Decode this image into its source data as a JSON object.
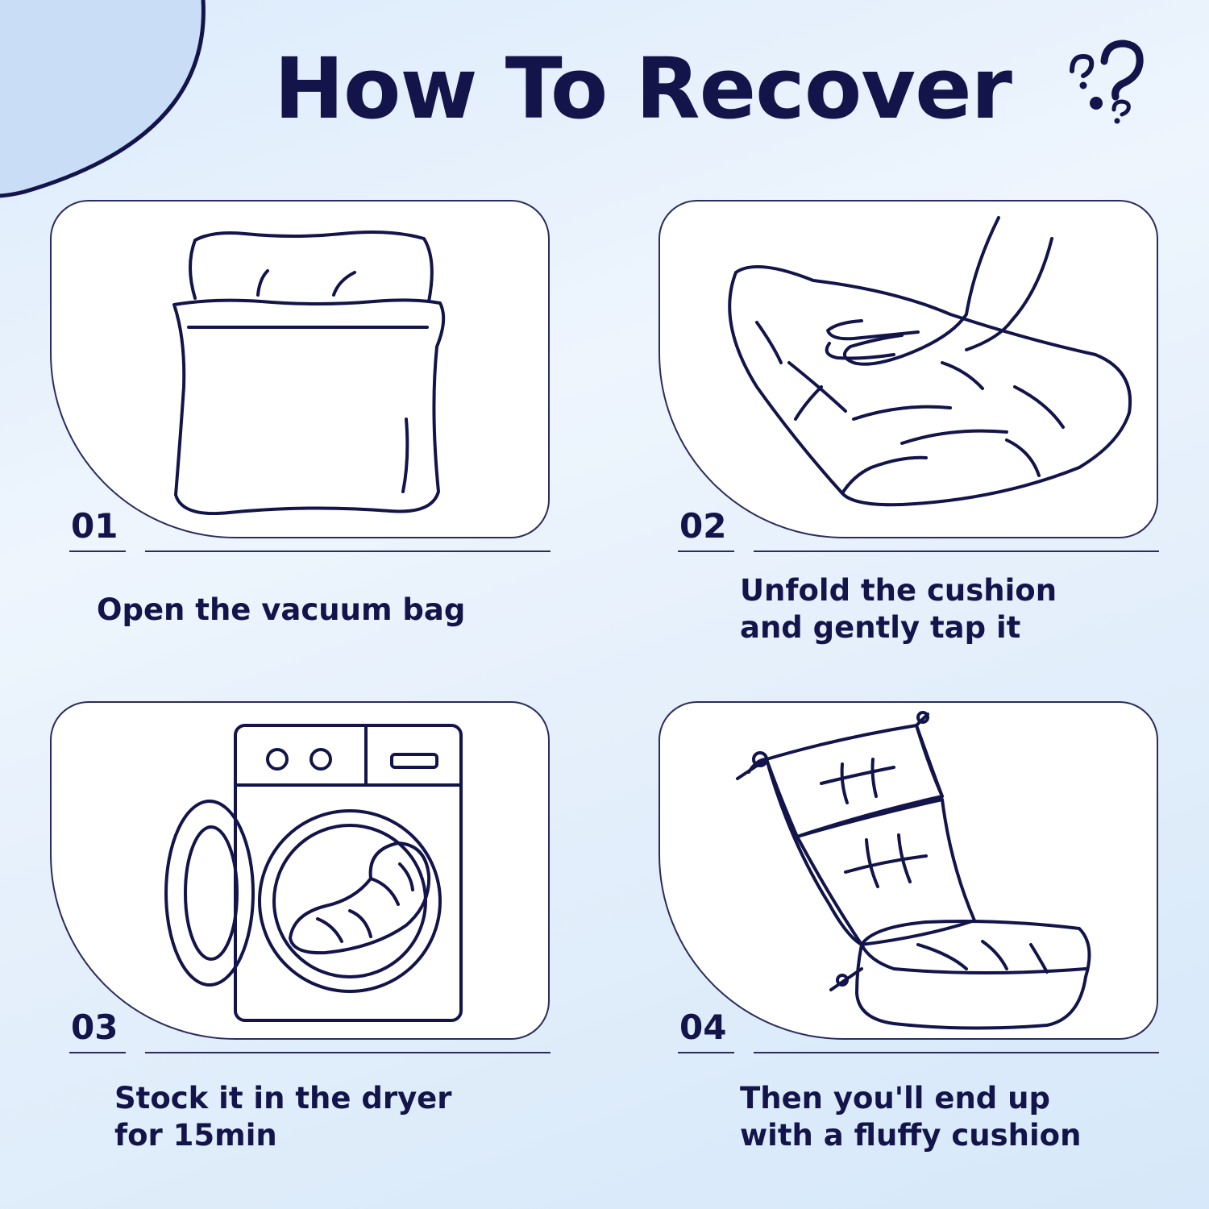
{
  "title": "How To Recover",
  "colors": {
    "ink": "#12144a",
    "card": "#ffffff",
    "background": "#e6f0fb",
    "accent_blob": "#c9def6"
  },
  "steps": [
    {
      "number": "01",
      "lines": [
        "Open the vacuum bag"
      ],
      "icon": "vacuum-bag-icon"
    },
    {
      "number": "02",
      "lines": [
        "Unfold the cushion",
        "and gently tap it"
      ],
      "icon": "hand-tapping-cushion-icon"
    },
    {
      "number": "03",
      "lines": [
        "Stock it in the dryer",
        "for 15min"
      ],
      "icon": "dryer-with-cushion-icon"
    },
    {
      "number": "04",
      "lines": [
        "Then you'll end up",
        "with a fluffy cushion"
      ],
      "icon": "fluffy-chair-cushion-icon"
    }
  ]
}
